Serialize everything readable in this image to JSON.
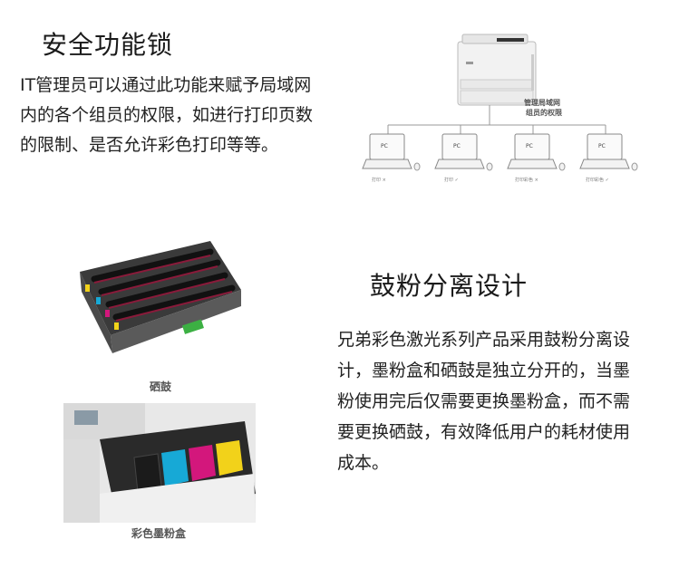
{
  "sections": [
    {
      "title": "安全功能锁",
      "body_lines": [
        "IT管理员可以通过此功能来赋予局域网",
        "内的各个组员的权限，如进行打印页数",
        "的限制、是否允许彩色打印等等。"
      ]
    },
    {
      "title": "鼓粉分离设计",
      "body_lines": [
        "兄弟彩色激光系列产品采用鼓粉分离设",
        "计，墨粉盒和硒鼓是独立分开的，当墨",
        "粉使用完后仅需要更换墨粉盒，而不需",
        "要更换硒鼓，有效降低用户的耗材使用",
        "成本。"
      ]
    }
  ],
  "network_diagram": {
    "label_lines": [
      "管理局域网",
      "组员的权限"
    ],
    "pcs": [
      {
        "screen": "PC",
        "caption": "打印 ×"
      },
      {
        "screen": "PC",
        "caption": "打印 ✓"
      },
      {
        "screen": "PC",
        "caption": "打印彩色 ×"
      },
      {
        "screen": "PC",
        "caption": "打印彩色 ✓"
      }
    ]
  },
  "photos": {
    "drum_caption": "硒鼓",
    "toner_caption": "彩色墨粉盒"
  },
  "colors": {
    "toner_black": "#1b1b1b",
    "toner_cyan": "#17a9d6",
    "toner_magenta": "#d3177c",
    "toner_yellow": "#f2d21a",
    "drum_green": "#3cb043"
  }
}
